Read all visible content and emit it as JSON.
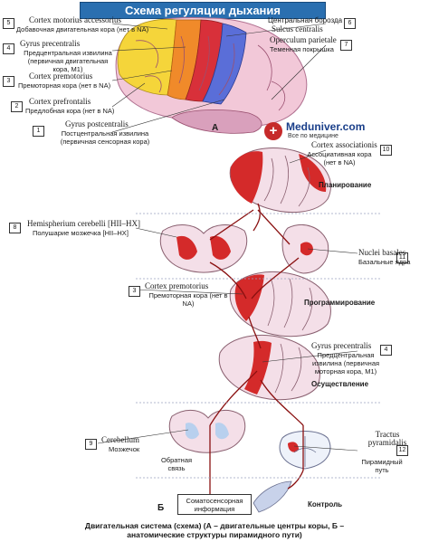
{
  "title": "Схема регуляции дыхания",
  "section_a": "А",
  "section_b": "Б",
  "watermark": {
    "name": "Meduniver.com",
    "tagline": "Все по медицине"
  },
  "labels": [
    {
      "num": "5",
      "lat": "Cortex motorius accessorius",
      "ru": "Добавочная двигательная кора (нет в NA)"
    },
    {
      "num": "4",
      "lat": "Gyrus precentralis",
      "ru": "Предцентральная извилина (первичная двигательная кора, M1)"
    },
    {
      "num": "3",
      "lat": "Cortex premotorius",
      "ru": "Премоторная кора (нет в NA)"
    },
    {
      "num": "2",
      "lat": "Cortex prefrontalis",
      "ru": "Предлобная кора (нет в NA)"
    },
    {
      "num": "1",
      "lat": "Gyrus postcentralis",
      "ru": "Постцентральная извилина (первичная сенсорная кора)"
    },
    {
      "num": "6",
      "lat": "Центральная борозда",
      "ru": "Sulcus centralis"
    },
    {
      "num": "7",
      "lat": "Operculum parietale",
      "ru": "Теменная покрышка"
    },
    {
      "num": "10",
      "lat": "Cortex associationis",
      "ru": "Ассоциативная кора (нет в NA)"
    },
    {
      "num": "8",
      "lat": "Hemispherium cerebelli [HII–HX]",
      "ru": "Полушарие мозжечка [HII–HX]"
    },
    {
      "num": "11",
      "lat": "Nuclei basales",
      "ru": "Базальные ядра"
    },
    {
      "num": "3",
      "lat": "Cortex premotorius",
      "ru": "Премоторная кора (нет в NA)"
    },
    {
      "num": "4",
      "lat": "Gyrus precentralis",
      "ru": "Предцентральная извилина (первичная моторная кора, M1)"
    },
    {
      "num": "9",
      "lat": "Cerebellum",
      "ru": "Мозжечок"
    },
    {
      "num": "12",
      "lat": "Tractus pyramidalis",
      "ru": "Пирамидный путь"
    }
  ],
  "stages": {
    "planning": "Планирование",
    "programming": "Программирование",
    "execution": "Осуществление",
    "control": "Контроль"
  },
  "feedback": "Обратная связь",
  "info_box": "Соматосенсорная информация",
  "caption": "Двигательная система (схема) (А – двигательные центры коры, Б – анатомические структуры пирамидного пути)"
}
